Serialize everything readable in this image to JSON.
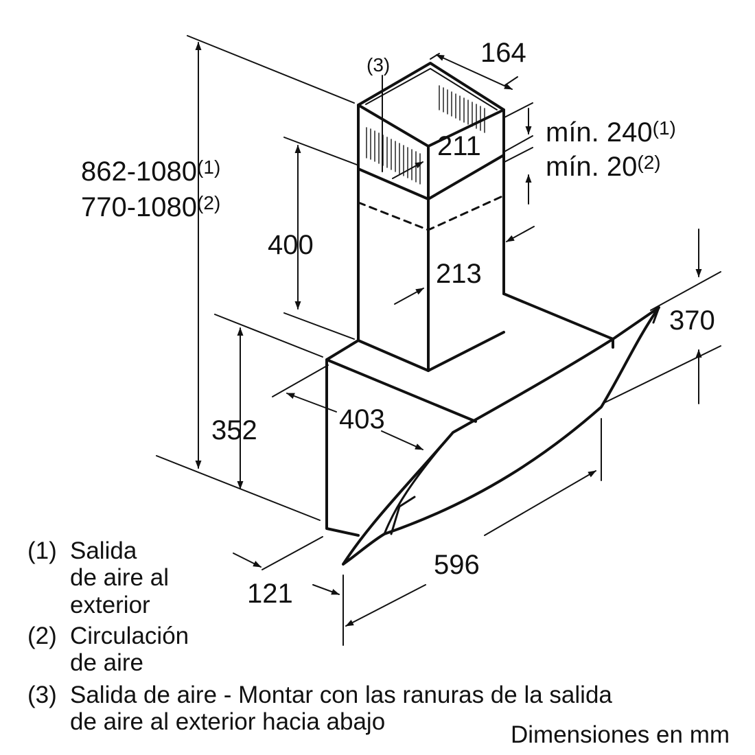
{
  "dimensions": {
    "d164": "164",
    "d211": "211",
    "d213": "213",
    "d400": "400",
    "d352": "352",
    "d403": "403",
    "d370": "370",
    "d596": "596",
    "d121": "121",
    "height_exhaust": "862-1080",
    "height_recirc": "770-1080",
    "min_exhaust": "mín. 240",
    "min_recirc": "mín. 20",
    "note_1": "(1)",
    "note_2": "(2)",
    "note_3": "(3)"
  },
  "legend": {
    "item1_num": "(1)",
    "item1_line1": "Salida",
    "item1_line2": "de aire al",
    "item1_line3": "exterior",
    "item2_num": "(2)",
    "item2_line1": "Circulación",
    "item2_line2": "de aire",
    "item3_num": "(3)",
    "item3_line1": "Salida de aire - Montar con las ranuras de la salida",
    "item3_line2": "de aire al exterior hacia abajo"
  },
  "units_note": "Dimensiones en mm"
}
